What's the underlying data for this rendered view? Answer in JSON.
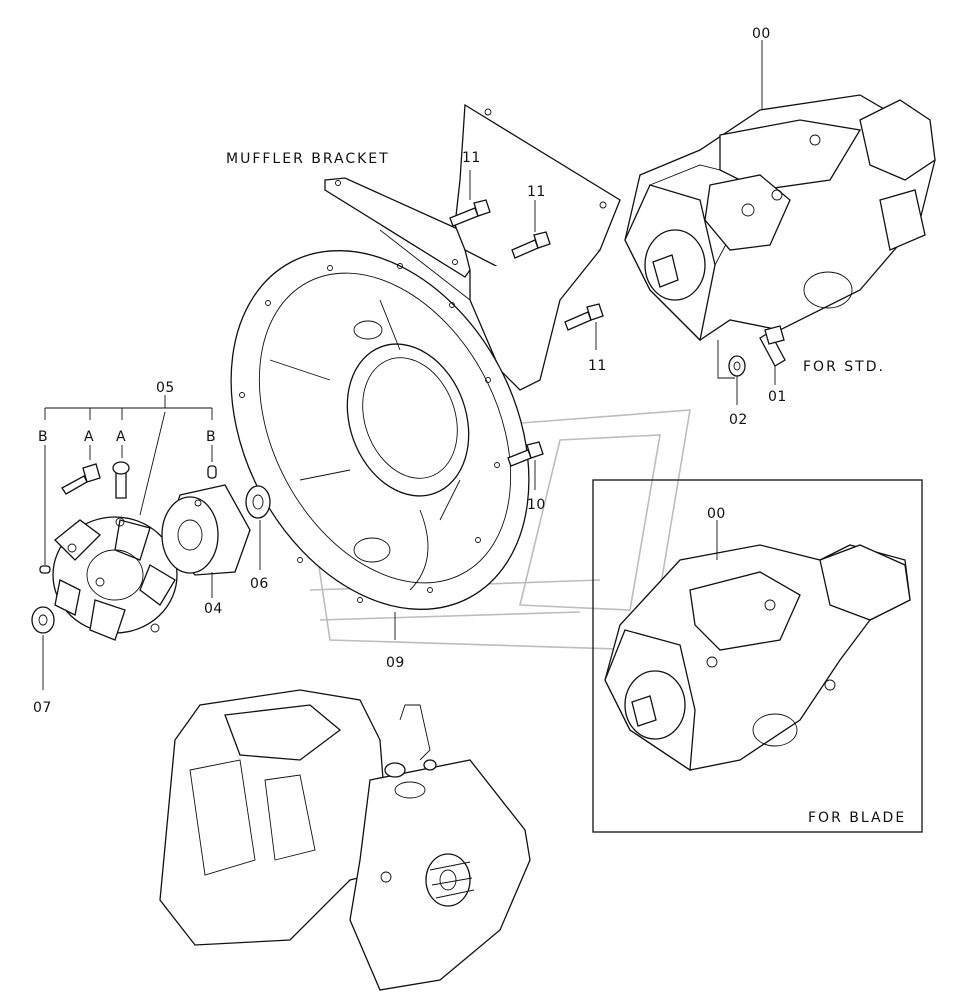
{
  "labels": {
    "muffler_bracket": "MUFFLER BRACKET",
    "for_std": "FOR STD.",
    "for_blade": "FOR BLADE",
    "pos_a": "A",
    "pos_b": "B"
  },
  "callouts": {
    "c00_top": "00",
    "c00_blade": "00",
    "c01": "01",
    "c02": "02",
    "c04": "04",
    "c05": "05",
    "c06": "06",
    "c07": "07",
    "c09": "09",
    "c10": "10",
    "c11_a": "11",
    "c11_b": "11",
    "c11_c": "11"
  }
}
